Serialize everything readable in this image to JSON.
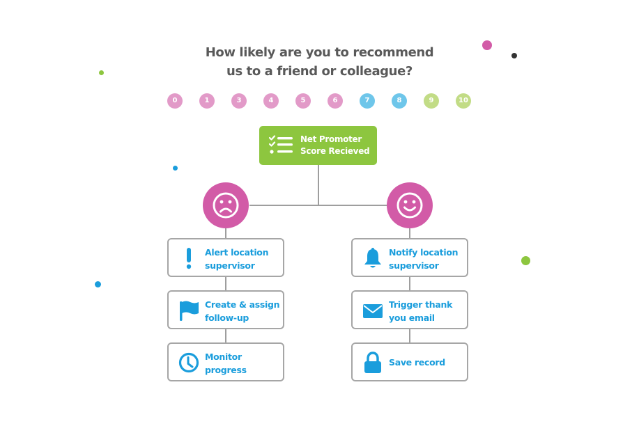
{
  "colors": {
    "text_gray": "#595959",
    "pink": "#e29ac8",
    "blue_light": "#6ec6ea",
    "green_light": "#c2dc86",
    "green": "#8dc63f",
    "magenta": "#d25ba7",
    "action_blue": "#1a9ddc",
    "dark": "#333333",
    "connector": "#9e9e9e"
  },
  "question": {
    "line1": "How likely are you to recommend",
    "line2": "us to a friend or colleague?"
  },
  "scale": [
    {
      "label": "0",
      "group": "detractor"
    },
    {
      "label": "1",
      "group": "detractor"
    },
    {
      "label": "3",
      "group": "detractor"
    },
    {
      "label": "4",
      "group": "detractor"
    },
    {
      "label": "5",
      "group": "detractor"
    },
    {
      "label": "6",
      "group": "detractor"
    },
    {
      "label": "7",
      "group": "passive"
    },
    {
      "label": "8",
      "group": "passive"
    },
    {
      "label": "9",
      "group": "promoter"
    },
    {
      "label": "10",
      "group": "promoter"
    }
  ],
  "root": {
    "icon": "checklist-icon",
    "line1": "Net Promoter",
    "line2": "Score Recieved"
  },
  "branches": {
    "negative": {
      "icon": "sad-face-icon",
      "steps": [
        {
          "icon": "exclamation-icon",
          "line1": "Alert location",
          "line2": "supervisor"
        },
        {
          "icon": "flag-icon",
          "line1": "Create & assign",
          "line2": "follow-up"
        },
        {
          "icon": "clock-icon",
          "line1": "Monitor",
          "line2": "progress"
        }
      ]
    },
    "positive": {
      "icon": "happy-face-icon",
      "steps": [
        {
          "icon": "bell-icon",
          "line1": "Notify location",
          "line2": "supervisor"
        },
        {
          "icon": "envelope-icon",
          "line1": "Trigger thank",
          "line2": "you email"
        },
        {
          "icon": "lock-icon",
          "line1": "Save record",
          "line2": ""
        }
      ]
    }
  }
}
